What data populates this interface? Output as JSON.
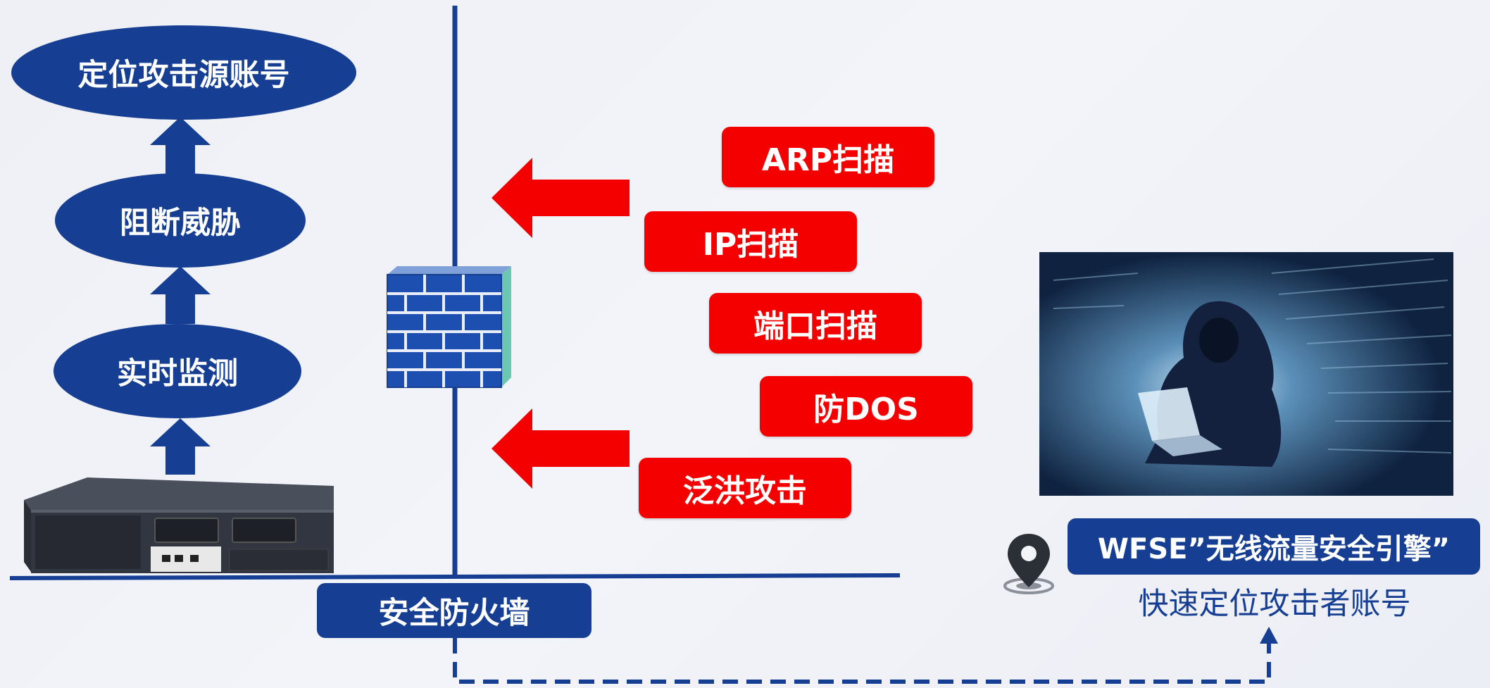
{
  "flow": {
    "steps": [
      {
        "label": "定位攻击源账号"
      },
      {
        "label": "阻断威胁"
      },
      {
        "label": "实时监测"
      }
    ]
  },
  "firewall": {
    "label": "安全防火墙"
  },
  "attacks": [
    {
      "label": "ARP扫描"
    },
    {
      "label": "IP扫描"
    },
    {
      "label": "端口扫描"
    },
    {
      "label": "防DOS"
    },
    {
      "label": "泛洪攻击"
    }
  ],
  "engine": {
    "title": "WFSE”无线流量安全引擎”",
    "subtitle": "快速定位攻击者账号"
  },
  "colors": {
    "brand_blue": "#163f94",
    "alert_red": "#f50000"
  },
  "icons": {
    "brick_wall": "firewall-brick-icon",
    "location_pin": "map-pin-icon"
  }
}
